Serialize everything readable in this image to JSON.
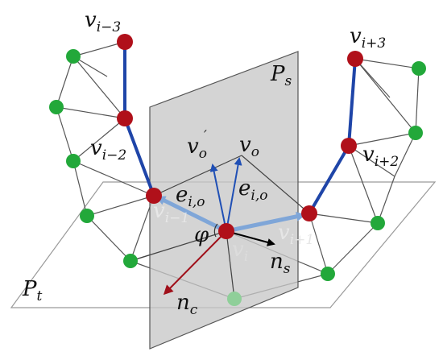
{
  "figure": {
    "plane_s_label": "P",
    "plane_s_sub": "s",
    "plane_t_label": "P",
    "plane_t_sub": "t",
    "vertex_labels": {
      "v_i_minus_3": {
        "base": "v",
        "sub": "i−3"
      },
      "v_i_minus_2": {
        "base": "v",
        "sub": "i−2"
      },
      "v_i_minus_1": {
        "base": "v",
        "sub": "i−1"
      },
      "v_i": {
        "base": "v",
        "sub": "i"
      },
      "v_i_plus_1": {
        "base": "v",
        "sub": "i+1"
      },
      "v_i_plus_2": {
        "base": "v",
        "sub": "i+2"
      },
      "v_i_plus_3": {
        "base": "v",
        "sub": "i+3"
      }
    },
    "vo_label": {
      "base": "v",
      "sub": "o"
    },
    "vo_prime_label": {
      "base": "v",
      "sub": "o",
      "sup": "′"
    },
    "e_io_left": {
      "base": "e",
      "sub": "i,o"
    },
    "e_io_right": {
      "base": "e",
      "sub": "i,o"
    },
    "phi_label": "φ",
    "ns_label": {
      "base": "n",
      "sub": "s"
    },
    "nc_label": {
      "base": "n",
      "sub": "c"
    },
    "colors": {
      "green_vertex": "#22a83a",
      "red_vertex": "#b0101a",
      "blue_edge": "#1f45a8",
      "light_blue_arrow": "#7fa6d8",
      "arrow_blue": "#1f4fb5",
      "nc_red": "#a0101a",
      "plane_gray": "#c8c8c8",
      "mesh_line": "#555555"
    }
  }
}
